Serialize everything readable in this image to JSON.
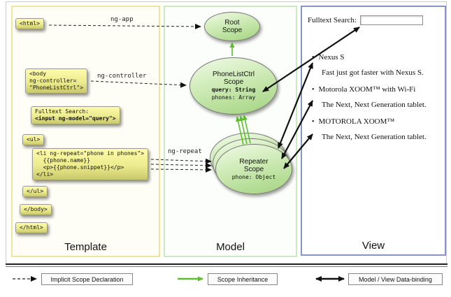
{
  "template_panel": {
    "label": "Template",
    "boxes": {
      "html_open": "<html>",
      "body_open": "<body\nng-controller=\n\"PhoneListCtrl\">",
      "search_label": "Fulltext Search:",
      "search_input": "<input ng-model=\"query\">",
      "ul_open": "<ul>",
      "li_repeat": "<li ng-repeat=\"phone in phones\">\n  {{phone.name}}\n  <p>{{phone.snippet}}</p>\n</li>",
      "ul_close": "</ul>",
      "body_close": "</body>",
      "html_close": "</html>"
    }
  },
  "model_panel": {
    "label": "Model",
    "root_scope": {
      "title": "Root\nScope"
    },
    "phonelist_scope": {
      "title": "PhoneListCtrl\nScope",
      "prop_query": "query: String",
      "prop_phones": "phones: Array"
    },
    "repeater_scope": {
      "title": "Repeater\nScope",
      "prop_phone": "phone: Object"
    }
  },
  "view_panel": {
    "label": "View",
    "search_label": "Fulltext Search:",
    "search_input_value": "",
    "bullet": "•",
    "items": [
      {
        "title": "Nexus S",
        "desc": "Fast just got faster with Nexus S."
      },
      {
        "title": "Motorola XOOM™ with Wi-Fi",
        "desc": "The Next, Next Generation tablet."
      },
      {
        "title": "MOTOROLA XOOM™",
        "desc": "The Next, Next Generation tablet."
      }
    ]
  },
  "arrow_labels": {
    "ng_app": "ng-app",
    "ng_controller": "ng-controller",
    "ng_repeat": "ng-repeat"
  },
  "legend": {
    "implicit": "Implicit Scope Declaration",
    "inheritance": "Scope Inheritance",
    "databinding": "Model / View Data-binding"
  },
  "colors": {
    "code_box_gradient_top": "#fdfbaa",
    "code_box_gradient_bottom": "#c9c86a",
    "scope_gradient_top": "#f0fae6",
    "scope_gradient_bottom": "#a3d380",
    "inheritance_green": "#5abf2a",
    "template_border": "#eee79b",
    "model_border": "#cde9c3",
    "view_border": "#8695c9"
  }
}
